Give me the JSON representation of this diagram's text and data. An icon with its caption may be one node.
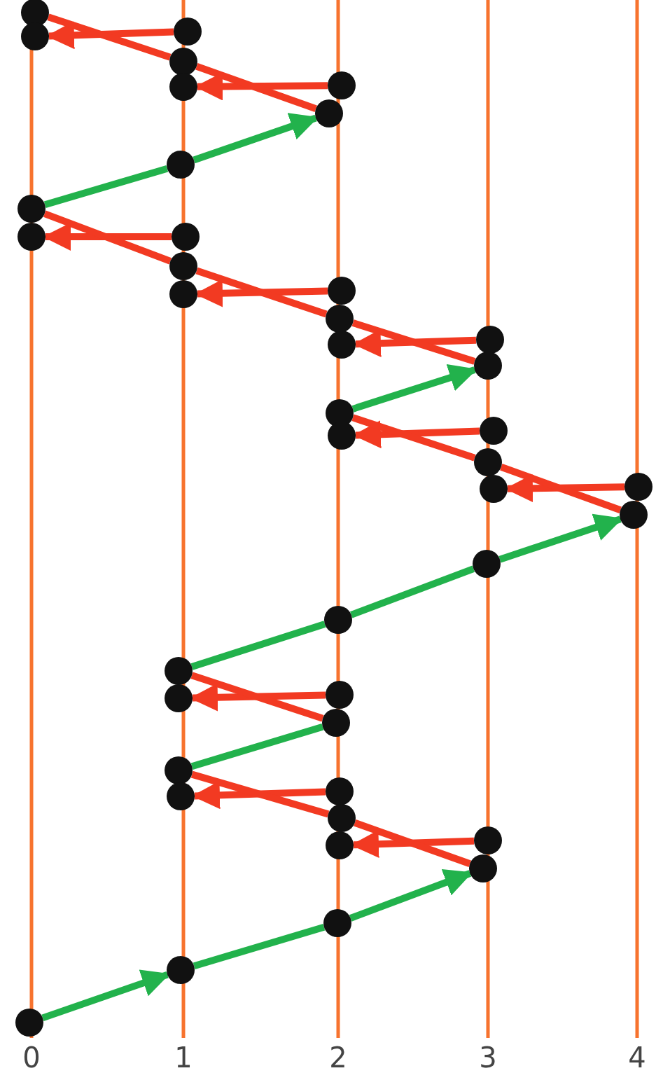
{
  "diagram": {
    "nodes": [
      {
        "text": [],
        "shape": "circle"
      },
      {
        "text": [],
        "shape": "circle"
      },
      {
        "text": [],
        "shape": "circle"
      },
      {
        "text": [],
        "shape": "circle"
      },
      {
        "text": [],
        "shape": "circle"
      },
      {
        "text": [],
        "shape": "circle"
      },
      {
        "text": [],
        "shape": "circle"
      },
      {
        "text": [],
        "shape": "circle"
      },
      {
        "text": [],
        "shape": "circle"
      },
      {
        "text": [],
        "shape": "circle"
      },
      {
        "text": [],
        "shape": "circle"
      },
      {
        "text": [],
        "shape": "circle"
      },
      {
        "text": [],
        "shape": "circle"
      },
      {
        "text": [],
        "shape": "circle"
      },
      {
        "text": [],
        "shape": "circle"
      },
      {
        "text": [],
        "shape": "circle"
      },
      {
        "text": [],
        "shape": "circle"
      },
      {
        "text": [],
        "shape": "circle"
      },
      {
        "text": [],
        "shape": "circle"
      },
      {
        "text": [],
        "shape": "circle"
      },
      {
        "text": [],
        "shape": "circle"
      },
      {
        "text": [],
        "shape": "circle"
      },
      {
        "text": [],
        "shape": "circle"
      },
      {
        "text": [],
        "shape": "circle"
      },
      {
        "text": [],
        "shape": "circle"
      },
      {
        "text": [],
        "shape": "circle"
      },
      {
        "text": [],
        "shape": "circle"
      },
      {
        "text": [],
        "shape": "circle"
      },
      {
        "text": [],
        "shape": "circle"
      },
      {
        "text": [],
        "shape": "circle"
      },
      {
        "text": [],
        "shape": "circle"
      },
      {
        "text": [],
        "shape": "circle"
      },
      {
        "text": [],
        "shape": "circle"
      },
      {
        "text": [],
        "shape": "circle"
      },
      {
        "text": [],
        "shape": "circle"
      },
      {
        "text": [],
        "shape": "circle"
      },
      {
        "text": [],
        "shape": "circle"
      },
      {
        "text": [],
        "shape": "circle"
      },
      {
        "text": [],
        "shape": "circle"
      },
      {
        "text": [],
        "shape": "circle"
      },
      {
        "text": [],
        "shape": "circle"
      }
    ],
    "edges": [
      {
        "from": 1,
        "to": 2,
        "arrow": "to"
      },
      {
        "from": 3,
        "to": 0,
        "arrow": "none"
      },
      {
        "from": 5,
        "to": 4,
        "arrow": "to"
      },
      {
        "from": 6,
        "to": 3,
        "arrow": "none"
      },
      {
        "from": 8,
        "to": 7,
        "arrow": "none",
        "color": "#22b24c"
      },
      {
        "from": 7,
        "to": 6,
        "arrow": "to",
        "color": "#22b24c"
      },
      {
        "from": 10,
        "to": 9,
        "arrow": "to"
      },
      {
        "from": 11,
        "to": 8,
        "arrow": "none"
      },
      {
        "from": 12,
        "to": 13,
        "arrow": "to"
      },
      {
        "from": 14,
        "to": 11,
        "arrow": "none"
      },
      {
        "from": 15,
        "to": 16,
        "arrow": "to"
      },
      {
        "from": 17,
        "to": 14,
        "arrow": "none"
      },
      {
        "from": 18,
        "to": 17,
        "arrow": "to",
        "color": "#22b24c"
      },
      {
        "from": 19,
        "to": 20,
        "arrow": "to"
      },
      {
        "from": 21,
        "to": 18,
        "arrow": "none"
      },
      {
        "from": 22,
        "to": 23,
        "arrow": "to"
      },
      {
        "from": 24,
        "to": 21,
        "arrow": "none"
      },
      {
        "from": 27,
        "to": 26,
        "arrow": "none",
        "color": "#22b24c"
      },
      {
        "from": 26,
        "to": 25,
        "arrow": "none",
        "color": "#22b24c"
      },
      {
        "from": 25,
        "to": 24,
        "arrow": "to",
        "color": "#22b24c"
      },
      {
        "from": 28,
        "to": 29,
        "arrow": "to"
      },
      {
        "from": 30,
        "to": 27,
        "arrow": "none"
      },
      {
        "from": 31,
        "to": 30,
        "arrow": "none",
        "color": "#22b24c"
      },
      {
        "from": 32,
        "to": 33,
        "arrow": "to"
      },
      {
        "from": 34,
        "to": 31,
        "arrow": "none"
      },
      {
        "from": 35,
        "to": 36,
        "arrow": "to"
      },
      {
        "from": 37,
        "to": 34,
        "arrow": "none"
      },
      {
        "from": 40,
        "to": 39,
        "arrow": "to",
        "color": "#22b24c"
      },
      {
        "from": 39,
        "to": 38,
        "arrow": "none",
        "color": "#22b24c"
      },
      {
        "from": 38,
        "to": 37,
        "arrow": "to",
        "color": "#22b24c"
      }
    ],
    "labels": [
      "0",
      "1",
      "2",
      "3",
      "4"
    ]
  }
}
